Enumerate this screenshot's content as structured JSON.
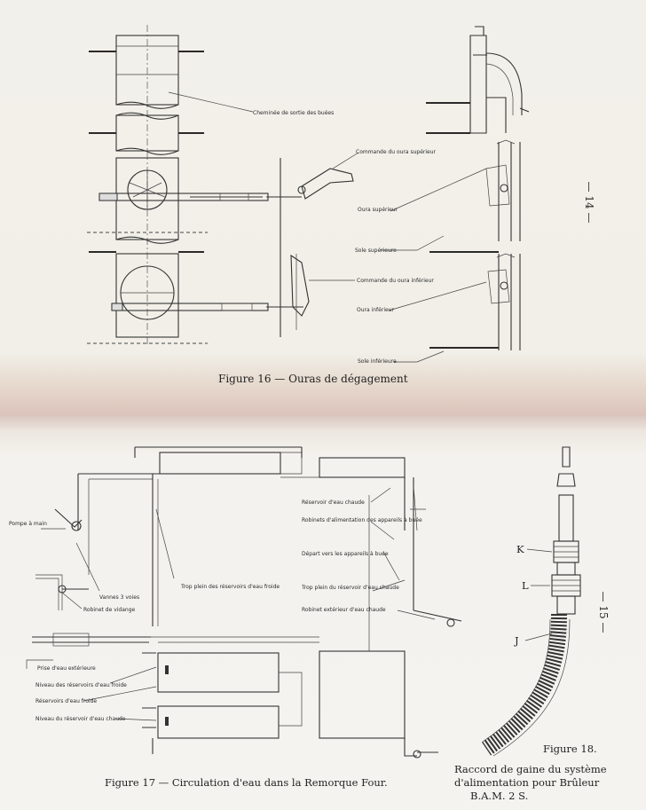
{
  "top_page": {
    "labels": {
      "chimney": "Cheminée de sortie des buées",
      "upper_control": "Commande du oura supérieur",
      "upper_oura": "Oura supérieur",
      "upper_sole": "Sole supérieure",
      "lower_control": "Commande du oura inférieur",
      "lower_oura": "Oura inférieur",
      "lower_sole": "Sole inférieure"
    },
    "caption": "Figure 16 — Ouras de dégagement",
    "page_number": "— 14 —"
  },
  "bottom_page": {
    "labels": {
      "pump": "Pompe à main",
      "valves": "Vannes 3 voies",
      "drain": "Robinet de vidange",
      "overflow_cold": "Trop plein des réservoirs d'eau froide",
      "hot_tank": "Réservoir d'eau chaude",
      "feed_taps": "Robinets d'alimentation des appareils à buée",
      "departure": "Départ vers les appareils à buée",
      "overflow_hot": "Trop plein du réservoir d'eau chaude",
      "outside_tap": "Robinet extérieur d'eau chaude",
      "outside_intake": "Prise d'eau extérieure",
      "level_cold": "Niveau des réservoirs d'eau froide",
      "cold_tanks": "Réservoirs d'eau froide",
      "level_hot": "Niveau du réservoir d'eau chaude"
    },
    "caption17": "Figure 17 — Circulation d'eau dans la Remorque Four.",
    "fig18": {
      "k": "K",
      "l": "L",
      "j": "J",
      "title": "Figure 18.",
      "caption_line1": "Raccord de gaine du système",
      "caption_line2": "d'alimentation pour Brûleur",
      "caption_line3": "B.A.M. 2 S."
    },
    "page_number": "— 15 —"
  }
}
